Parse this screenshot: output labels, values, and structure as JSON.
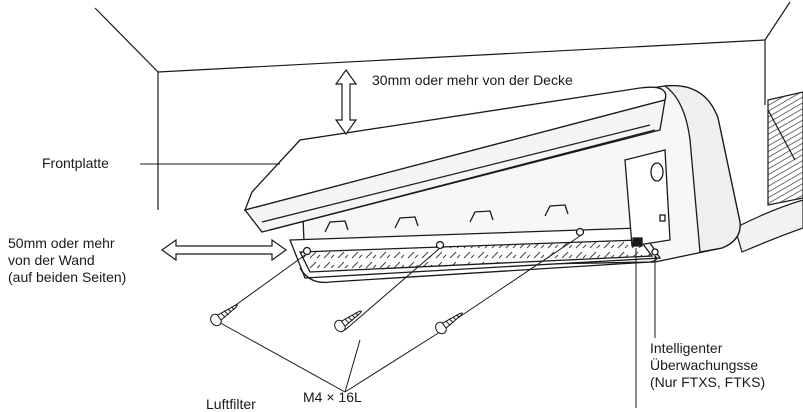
{
  "labels": {
    "ceiling_clearance": "30mm oder mehr von der Decke",
    "front_panel": "Frontplatte",
    "wall_clearance": [
      "50mm oder mehr",
      "von der Wand",
      "(auf beiden Seiten)"
    ],
    "screw_size": "M4 × 16L",
    "air_filter": "Luftfilter",
    "sensor": [
      "Intelligenter",
      "Überwachungsse",
      "(Nur FTXS, FTKS)"
    ]
  },
  "colors": {
    "line": "#1a1a1a",
    "unit_fill": "#f7f7f7",
    "hatch": "#333333"
  }
}
